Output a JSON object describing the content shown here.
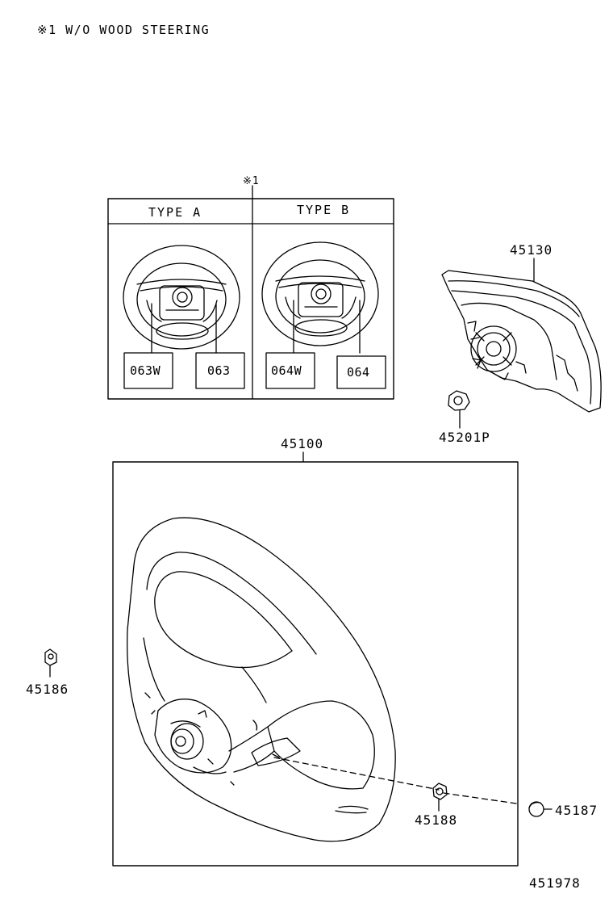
{
  "header": {
    "note": "※1 W/O WOOD STEERING"
  },
  "inset": {
    "star_mark": "※1",
    "type_a": {
      "label": "TYPE A",
      "codes": [
        "063W",
        "063"
      ]
    },
    "type_b": {
      "label": "TYPE B",
      "codes": [
        "064W",
        "064"
      ]
    }
  },
  "parts": {
    "airbag": "45130",
    "nut": "45201P",
    "steering_wheel": "45100",
    "clip_left": "45186",
    "screw": "45188",
    "cover": "45187"
  },
  "diagram_id": "451978"
}
